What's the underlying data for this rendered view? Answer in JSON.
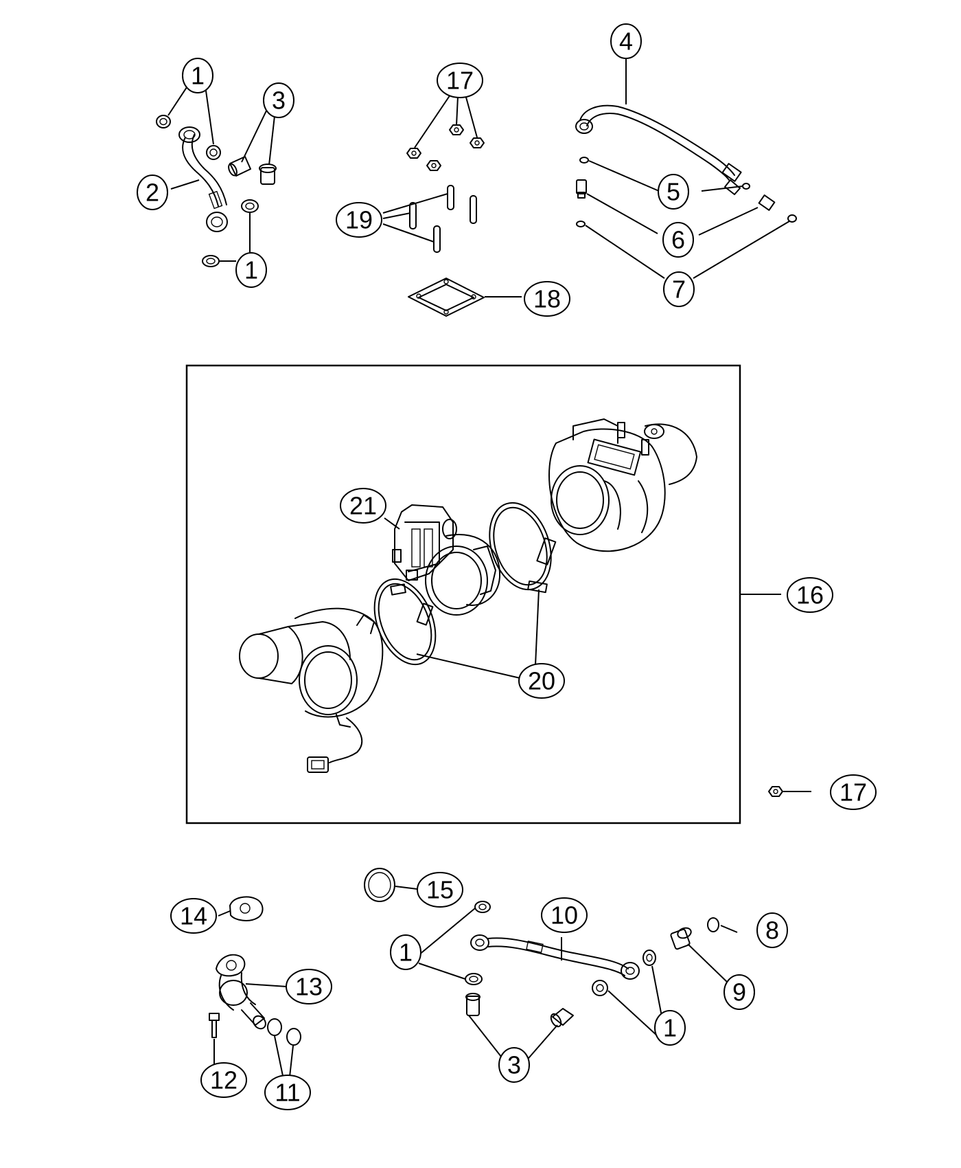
{
  "callouts": {
    "c1a": "1",
    "c1b": "1",
    "c1c": "1",
    "c1d": "1",
    "c2": "2",
    "c3a": "3",
    "c3b": "3",
    "c4": "4",
    "c5": "5",
    "c6": "6",
    "c7": "7",
    "c8": "8",
    "c9": "9",
    "c10": "10",
    "c11": "11",
    "c12": "12",
    "c13": "13",
    "c14": "14",
    "c15": "15",
    "c16": "16",
    "c17a": "17",
    "c17b": "17",
    "c18": "18",
    "c19": "19",
    "c20": "20",
    "c21": "21"
  }
}
